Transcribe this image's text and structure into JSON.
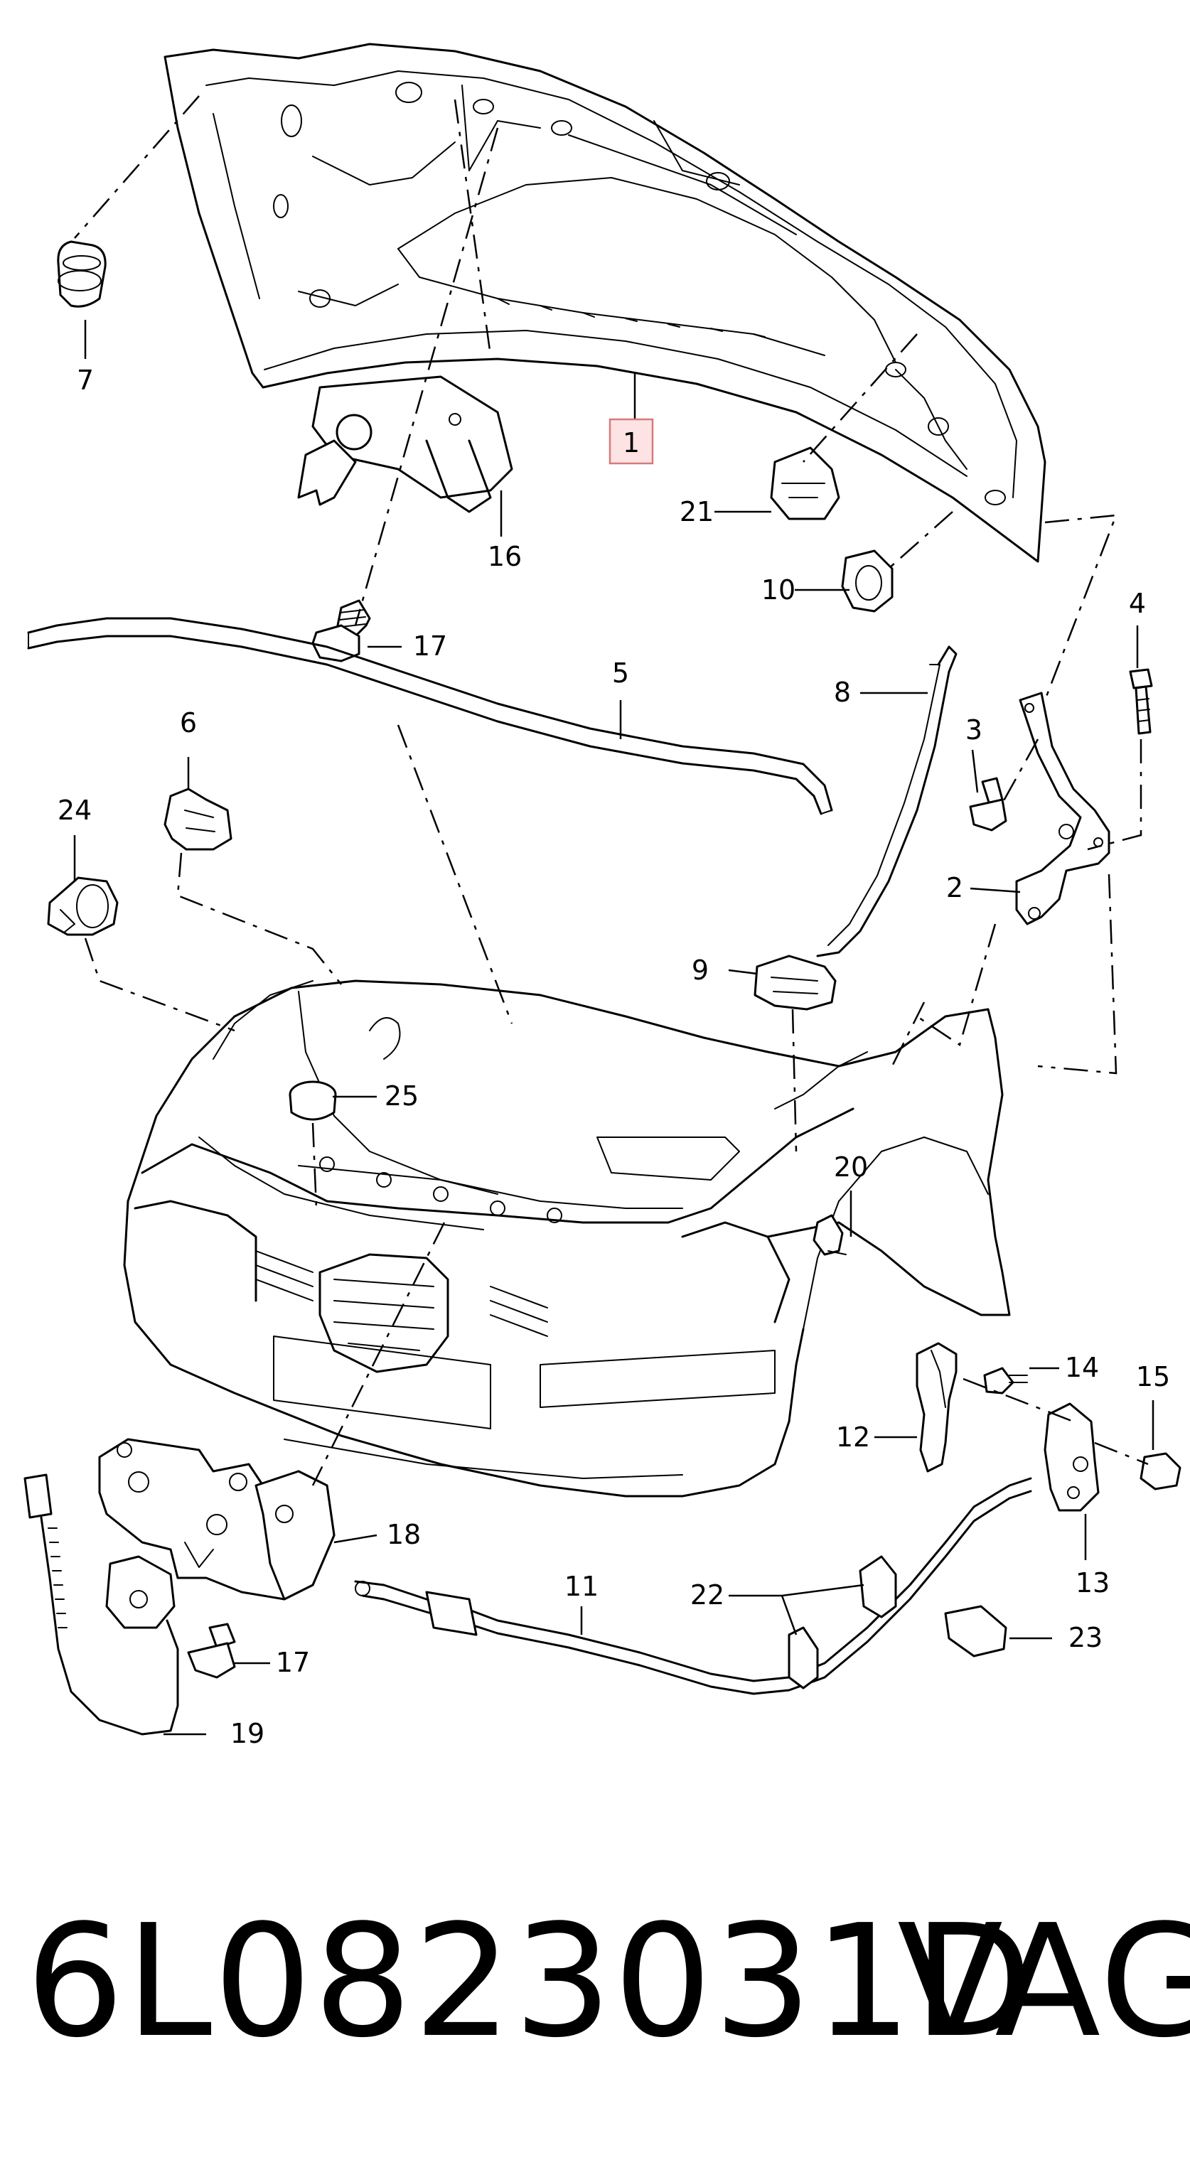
{
  "diagram": {
    "highlight_color": "#fde3e3",
    "callouts": [
      "1",
      "2",
      "3",
      "4",
      "5",
      "6",
      "7",
      "8",
      "9",
      "10",
      "11",
      "12",
      "13",
      "14",
      "15",
      "16",
      "17",
      "17",
      "18",
      "19",
      "20",
      "21",
      "22",
      "23",
      "24",
      "25"
    ]
  },
  "footer": {
    "part_number": "6L0823031D",
    "brand": "VAG"
  }
}
